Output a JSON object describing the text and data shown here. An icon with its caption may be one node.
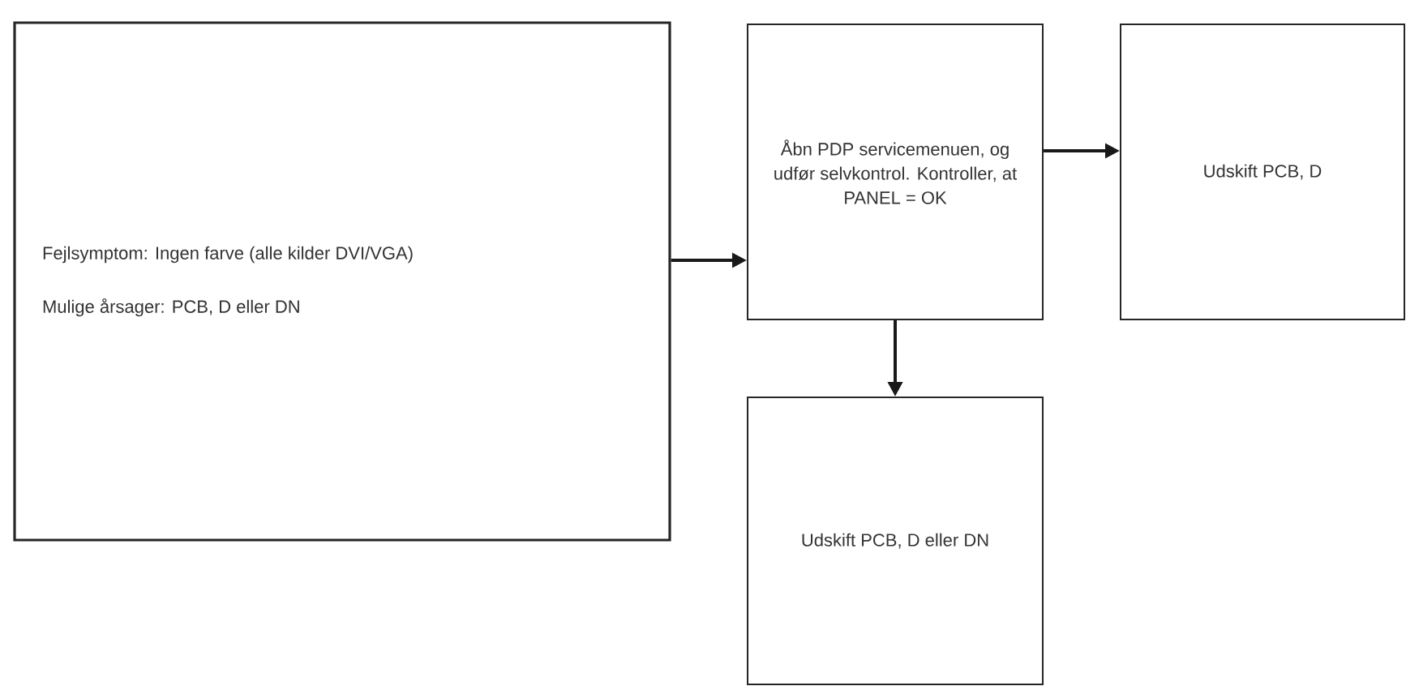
{
  "diagram": {
    "nodes": [
      {
        "text": [
          "Fejlsymptom: Ingen farve (alle kilder DVI/VGA)",
          "Mulige årsager: PCB, D eller DN"
        ]
      },
      {
        "text": [
          "Åbn PDP servicemenuen, og udfør selvkontrol. Kontroller, at PANEL = OK"
        ]
      },
      {
        "text": [
          "Udskift PCB, D"
        ]
      },
      {
        "text": [
          "Udskift PCB, D eller DN"
        ]
      }
    ],
    "edges": [
      {
        "from": 0,
        "to": 1,
        "arrow": "to"
      },
      {
        "from": 1,
        "to": 2,
        "arrow": "to"
      },
      {
        "from": 1,
        "to": 3,
        "arrow": "to"
      }
    ]
  }
}
